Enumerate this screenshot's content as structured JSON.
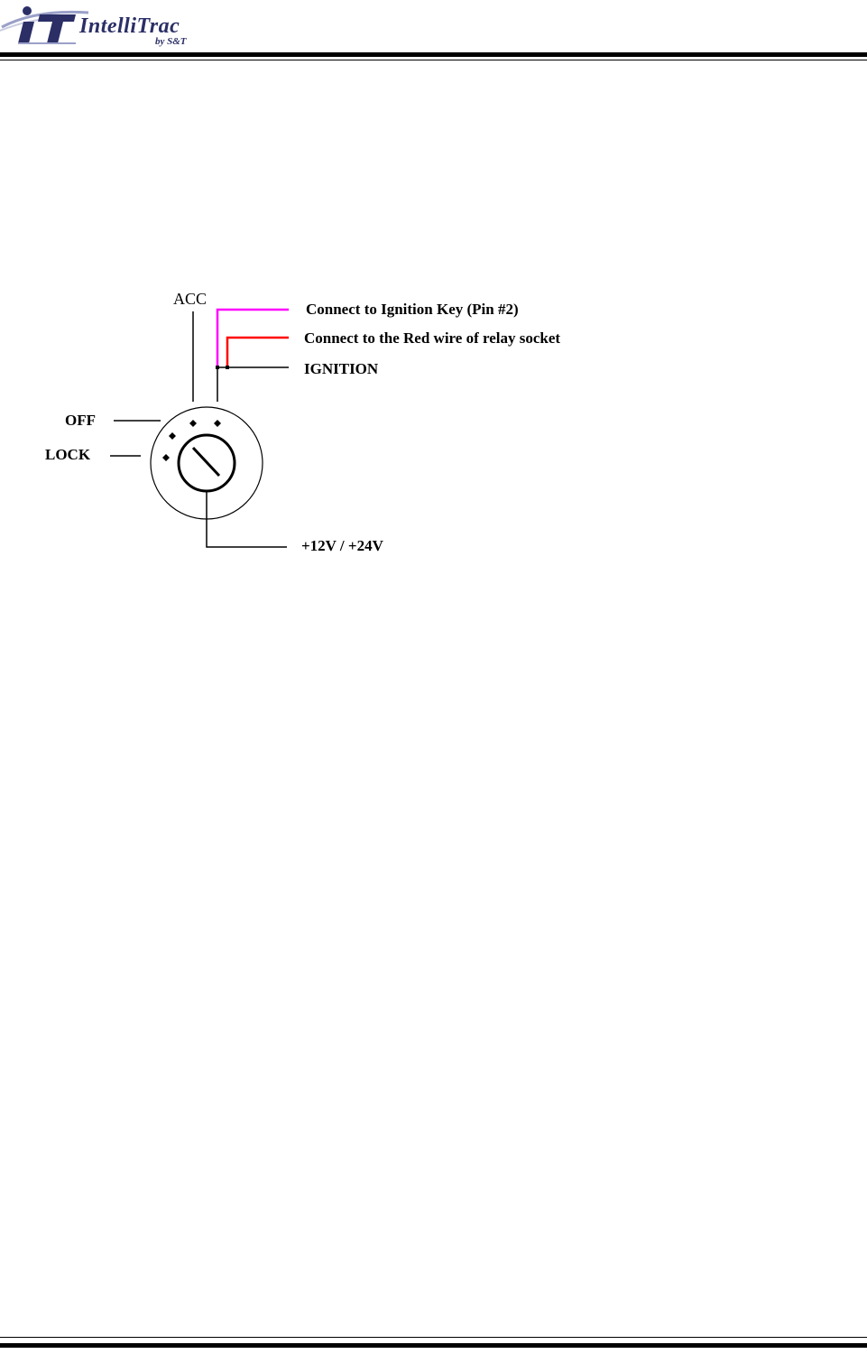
{
  "header": {
    "logo_text": "IntelliTrac",
    "logo_subtext": "by S&T"
  },
  "diagram": {
    "labels": {
      "acc": "ACC",
      "ignition_key": "Connect to Ignition Key (Pin #2)",
      "relay_red_wire": "Connect to the Red wire of relay socket",
      "ignition": "IGNITION",
      "off": "OFF",
      "lock": "LOCK",
      "power": "+12V / +24V"
    },
    "colors": {
      "ignition_key_wire": "#ff00ff",
      "relay_wire": "#ff0000",
      "line": "#000000"
    }
  }
}
